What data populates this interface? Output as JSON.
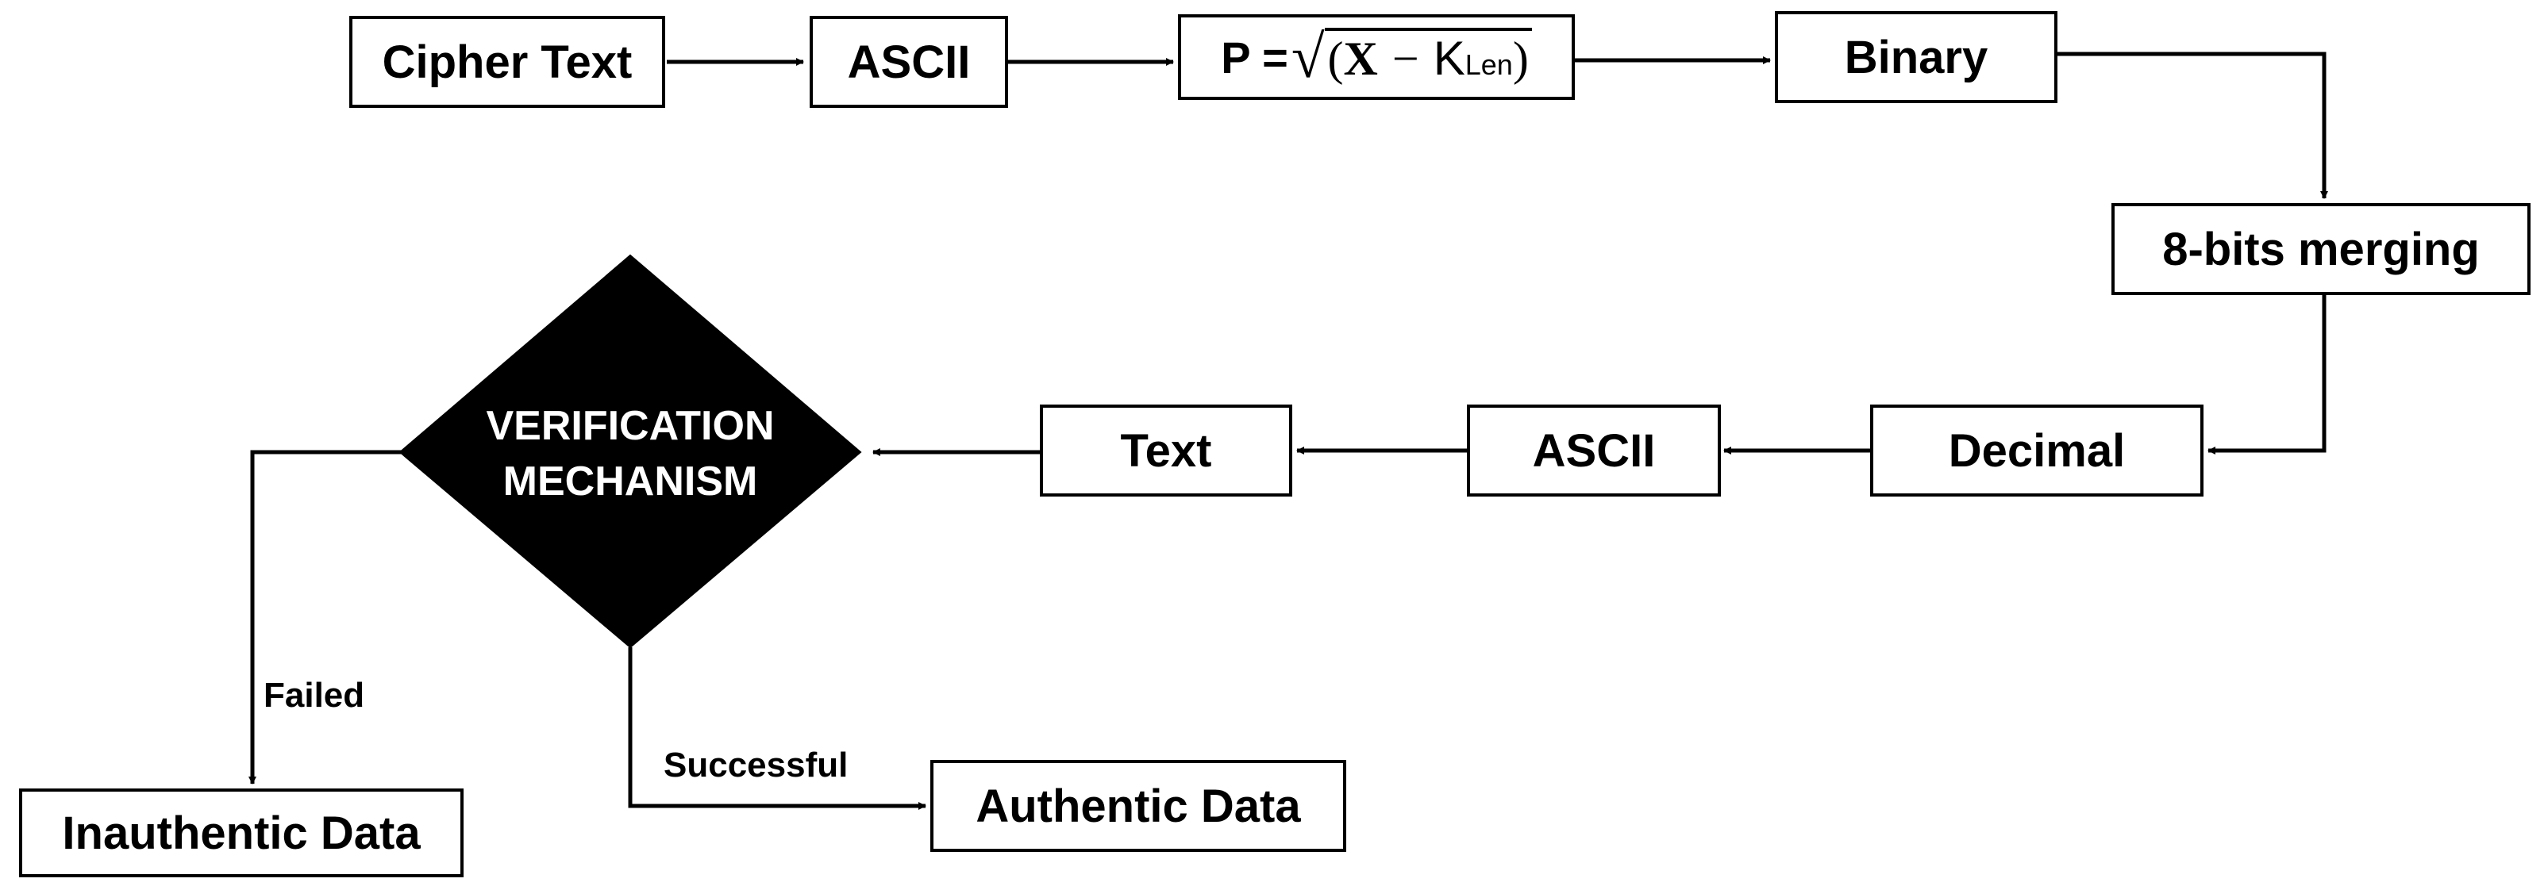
{
  "diagram": {
    "nodes": {
      "cipher_text": "Cipher Text",
      "ascii_1": "ASCII",
      "formula": {
        "lhs": "P =",
        "x": "X",
        "minus": "−",
        "k": "K",
        "k_subscript": "Len"
      },
      "binary": "Binary",
      "merging": "8-bits merging",
      "decimal": "Decimal",
      "ascii_2": "ASCII",
      "text": "Text",
      "verification_line1": "VERIFICATION",
      "verification_line2": "MECHANISM",
      "inauthentic": "Inauthentic Data",
      "authentic": "Authentic Data"
    },
    "edge_labels": {
      "failed": "Failed",
      "successful": "Successful"
    }
  },
  "colors": {
    "stroke": "#000000",
    "background": "#ffffff",
    "diamond_fill": "#000000",
    "diamond_text": "#ffffff"
  }
}
